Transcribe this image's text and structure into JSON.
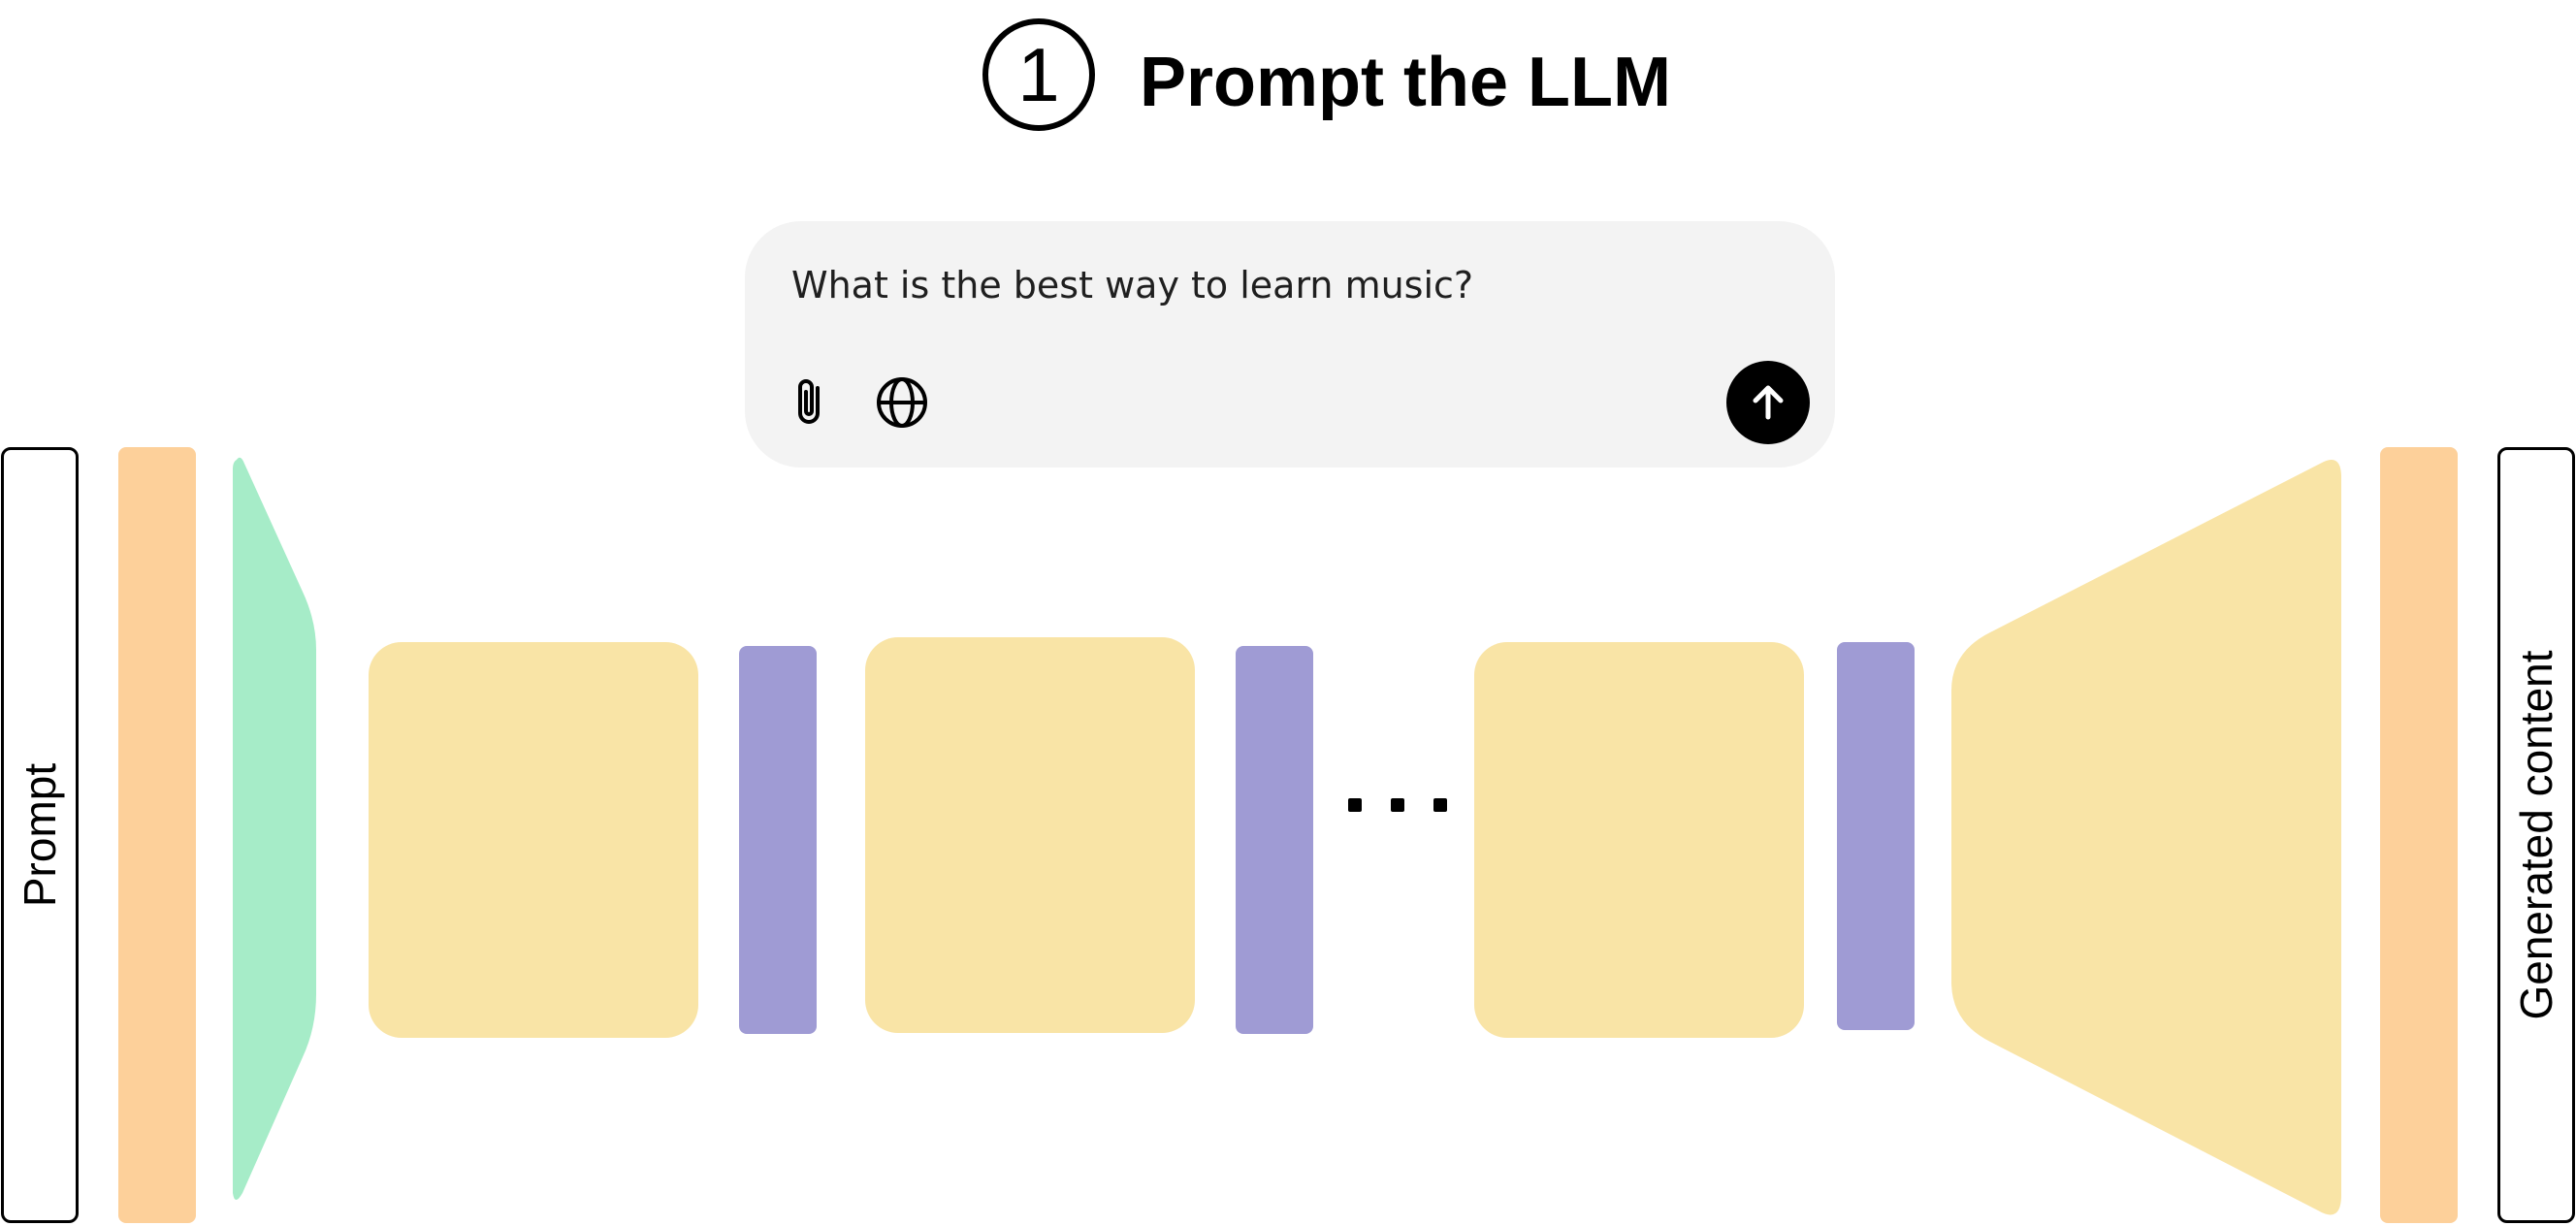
{
  "title": {
    "step_number": "1",
    "text": "Prompt the LLM"
  },
  "prompt_box": {
    "text": "What is the best way to learn music?",
    "icons": [
      "paperclip-icon",
      "globe-icon",
      "arrow-up-icon"
    ]
  },
  "labels": {
    "input": "Prompt",
    "output": "Generated content"
  },
  "colors": {
    "embedding": "#fdd09a",
    "encoder": "#a6ecc8",
    "block": "#f9e4a6",
    "norm": "#9f9bd4"
  }
}
